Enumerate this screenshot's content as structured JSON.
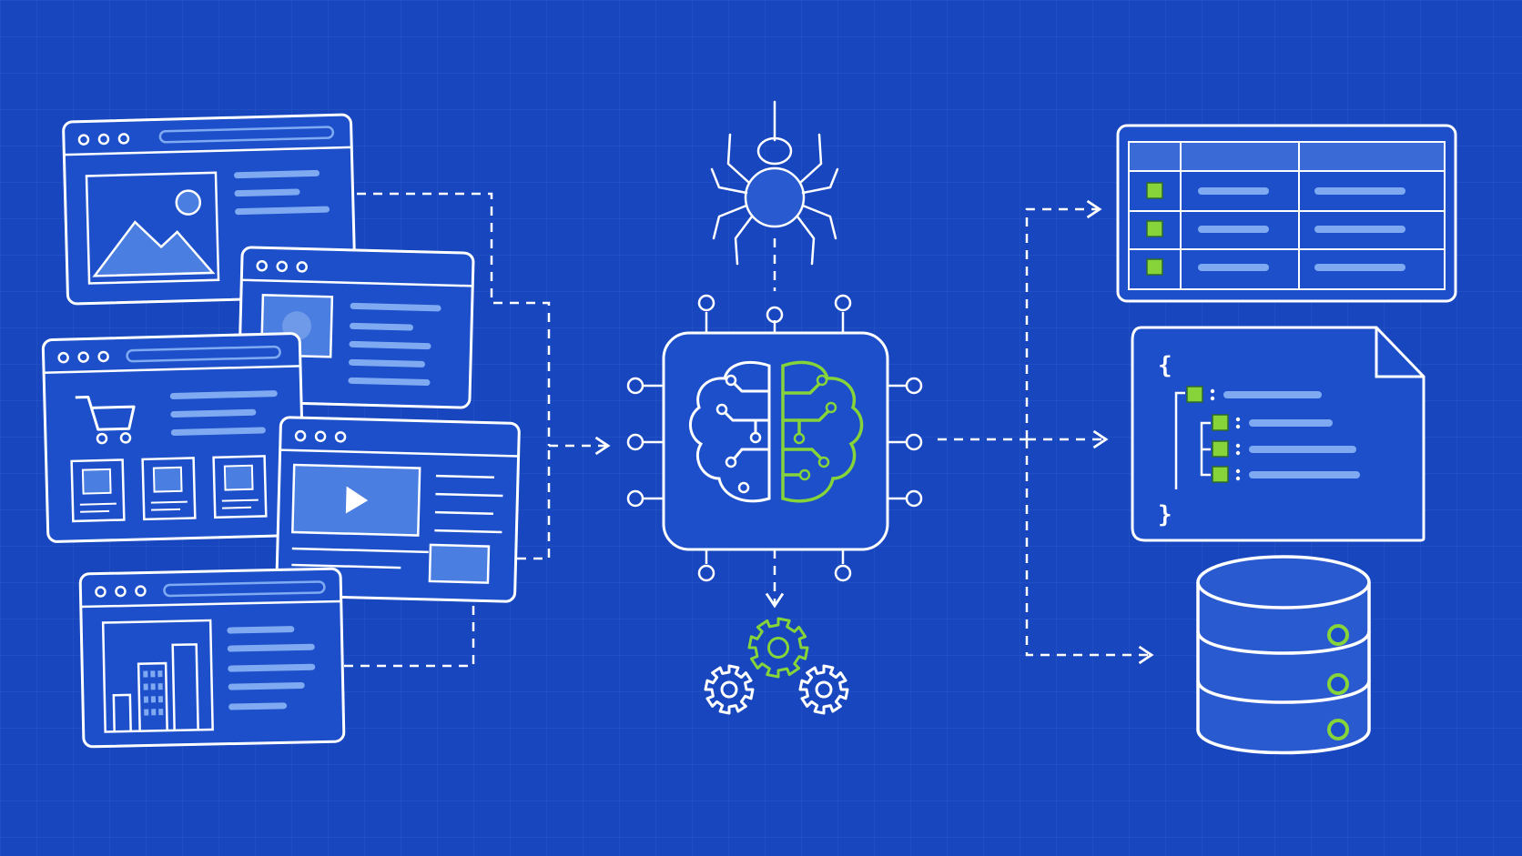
{
  "colors": {
    "background": "#1746bf",
    "grid": "#3b66d2",
    "line": "#ffffff",
    "panel_fill": "#1c4fc9",
    "text_bar": "#7faaf2",
    "accent_green": "#86d43a",
    "image_fill": "#4a7ee0"
  },
  "diagram": {
    "inputs": [
      {
        "kind": "webpage-image-article"
      },
      {
        "kind": "webpage-profile"
      },
      {
        "kind": "webpage-shopping"
      },
      {
        "kind": "webpage-video"
      },
      {
        "kind": "webpage-city"
      }
    ],
    "processor": {
      "kind": "ai-chip-brain",
      "crawler": "spider-icon",
      "workers": "gears-icon"
    },
    "outputs": [
      {
        "kind": "table"
      },
      {
        "kind": "json-document",
        "open_brace": "{",
        "close_brace": "}"
      },
      {
        "kind": "database"
      }
    ]
  }
}
